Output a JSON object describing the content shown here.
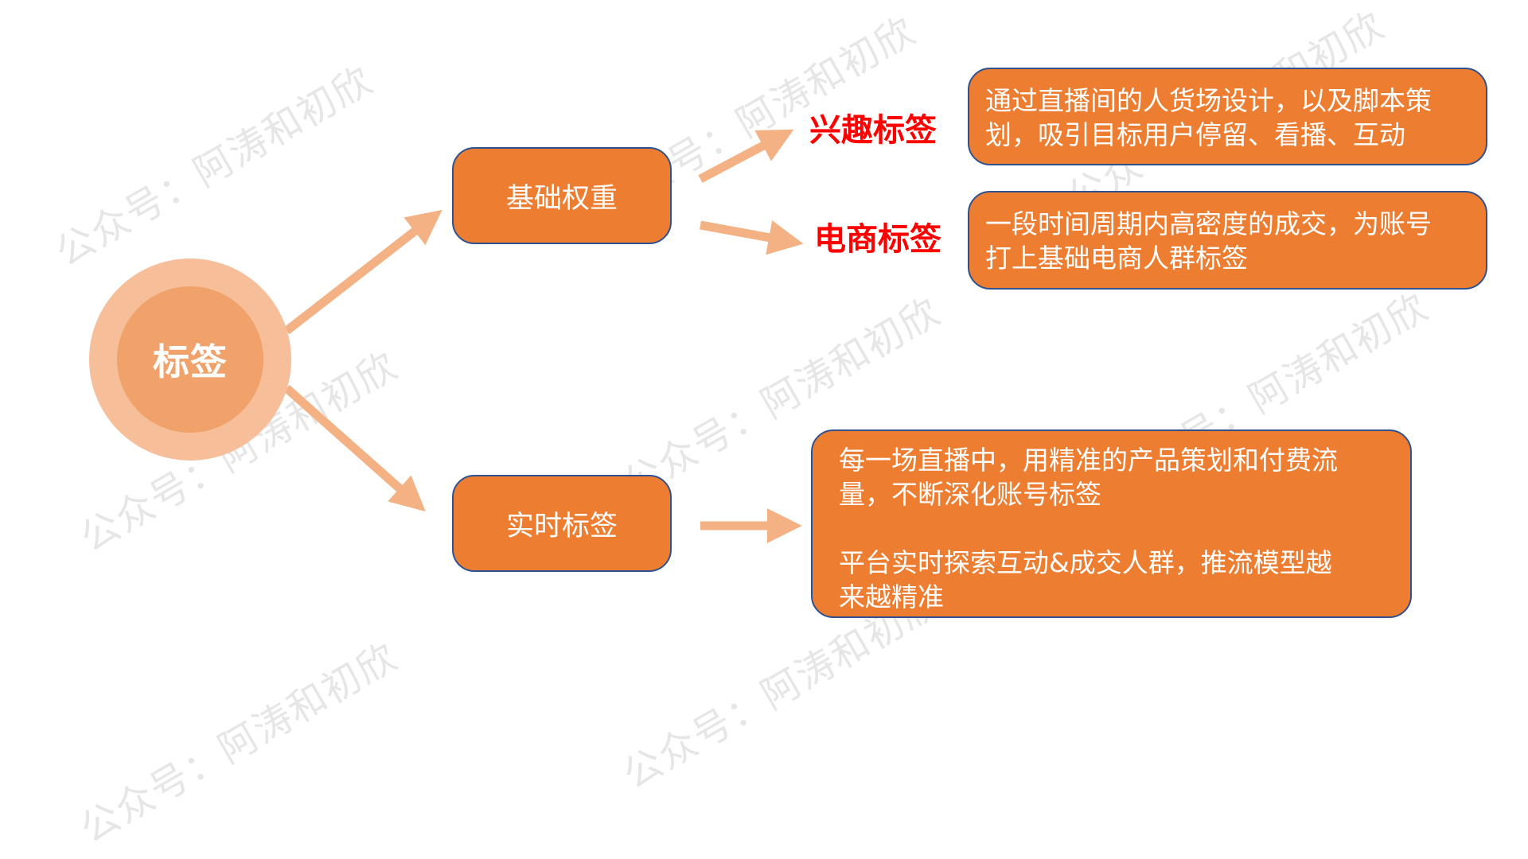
{
  "colors": {
    "box_fill": "#ED7D31",
    "box_border": "#2F528F",
    "arrow": "#F4B183",
    "circle_outer": "#F6BF99",
    "circle_inner": "#F0A26A",
    "category_label": "#FF0000",
    "watermark": "#E6E6E6"
  },
  "center": {
    "label": "标签"
  },
  "branches": [
    {
      "label": "基础权重",
      "sub_tags": [
        {
          "label": "兴趣标签",
          "description": [
            "通过直播间的人货场设计，以及脚本策",
            "划，吸引目标用户停留、看播、互动"
          ]
        },
        {
          "label": "电商标签",
          "description": [
            "一段时间周期内高密度的成交，为账号",
            "打上基础电商人群标签"
          ]
        }
      ]
    },
    {
      "label": "实时标签",
      "description": {
        "paragraph_1": [
          "每一场直播中，用精准的产品策划和付费流",
          "量，不断深化账号标签"
        ],
        "paragraph_2": [
          "平台实时探索互动&成交人群，推流模型越",
          "来越精准"
        ]
      }
    }
  ],
  "watermark": {
    "text": "公众号：阿涛和初欣"
  }
}
